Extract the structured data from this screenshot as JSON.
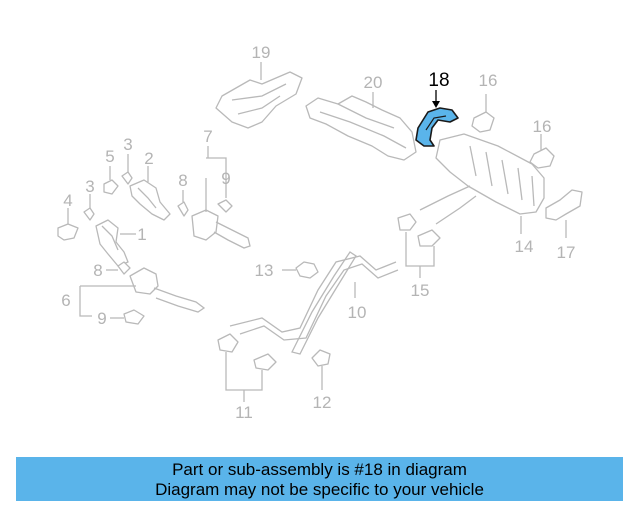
{
  "diagram": {
    "labels": [
      {
        "key": "p1",
        "text": "1"
      },
      {
        "key": "p2",
        "text": "2"
      },
      {
        "key": "p3a",
        "text": "3"
      },
      {
        "key": "p3b",
        "text": "3"
      },
      {
        "key": "p4",
        "text": "4"
      },
      {
        "key": "p5",
        "text": "5"
      },
      {
        "key": "p6",
        "text": "6"
      },
      {
        "key": "p7",
        "text": "7"
      },
      {
        "key": "p8a",
        "text": "8"
      },
      {
        "key": "p8b",
        "text": "8"
      },
      {
        "key": "p9a",
        "text": "9"
      },
      {
        "key": "p9b",
        "text": "9"
      },
      {
        "key": "p10",
        "text": "10"
      },
      {
        "key": "p11",
        "text": "11"
      },
      {
        "key": "p12",
        "text": "12"
      },
      {
        "key": "p13",
        "text": "13"
      },
      {
        "key": "p14",
        "text": "14"
      },
      {
        "key": "p15",
        "text": "15"
      },
      {
        "key": "p16a",
        "text": "16"
      },
      {
        "key": "p16b",
        "text": "16"
      },
      {
        "key": "p17",
        "text": "17"
      },
      {
        "key": "p18",
        "text": "18"
      },
      {
        "key": "p19",
        "text": "19"
      },
      {
        "key": "p20",
        "text": "20"
      }
    ],
    "highlighted_part": "18",
    "highlight_color": "#5ab4ea"
  },
  "banner": {
    "line1": "Part or sub-assembly is #18 in diagram",
    "line2": "Diagram may not be specific to your vehicle",
    "background": "#5ab4ea"
  }
}
